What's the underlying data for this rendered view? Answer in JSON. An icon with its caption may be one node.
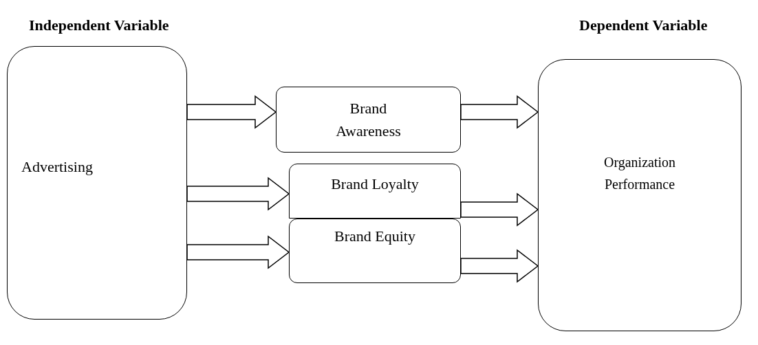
{
  "diagram": {
    "nodes": [
      {
        "text": [
          "Advertising"
        ]
      },
      {
        "text": [
          "Brand Awareness"
        ]
      },
      {
        "text": [
          "Brand Loyalty"
        ]
      },
      {
        "text": [
          "Brand Equity"
        ]
      },
      {
        "text": [
          "Organization Performance"
        ]
      }
    ],
    "edges": [
      {
        "from": 0,
        "to": 1,
        "arrow": "to"
      },
      {
        "from": 0,
        "to": 2,
        "arrow": "to"
      },
      {
        "from": 0,
        "to": 3,
        "arrow": "to"
      },
      {
        "from": 1,
        "to": 4,
        "arrow": "to"
      },
      {
        "from": 2,
        "to": 4,
        "arrow": "to"
      },
      {
        "from": 3,
        "to": 4,
        "arrow": "to"
      }
    ],
    "labels": [
      "Independent Variable",
      "Dependent Variable"
    ]
  }
}
